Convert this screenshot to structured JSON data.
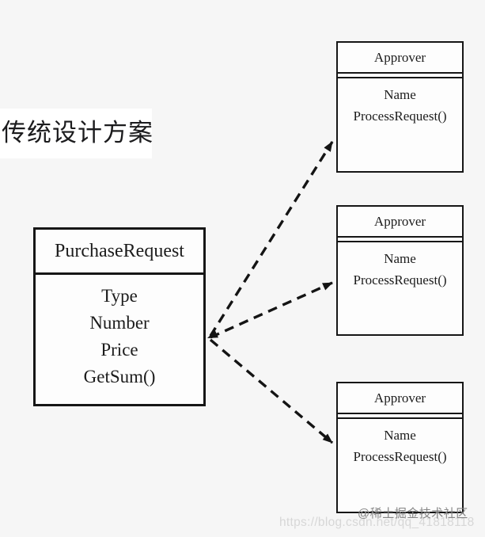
{
  "title": "传统设计方案",
  "diagram": {
    "client_class": {
      "name": "PurchaseRequest",
      "members": [
        "Type",
        "Number",
        "Price",
        "GetSum()"
      ]
    },
    "approver_classes": [
      {
        "name": "Approver",
        "members": [
          "Name",
          "ProcessRequest()"
        ]
      },
      {
        "name": "Approver",
        "members": [
          "Name",
          "ProcessRequest()"
        ]
      },
      {
        "name": "Approver",
        "members": [
          "Name",
          "ProcessRequest()"
        ]
      }
    ],
    "relation": "dashed-dependency-arrows"
  },
  "watermark": {
    "community": "@稀土掘金技术社区",
    "url": "https://blog.csdn.net/qq_41818118"
  },
  "colors": {
    "background": "#f6f6f6",
    "box_fill": "#fdfdfd",
    "line": "#161616",
    "title_text": "#1b1b1d",
    "watermark_gray": "#848484",
    "watermark_light": "#d7d7d7"
  }
}
